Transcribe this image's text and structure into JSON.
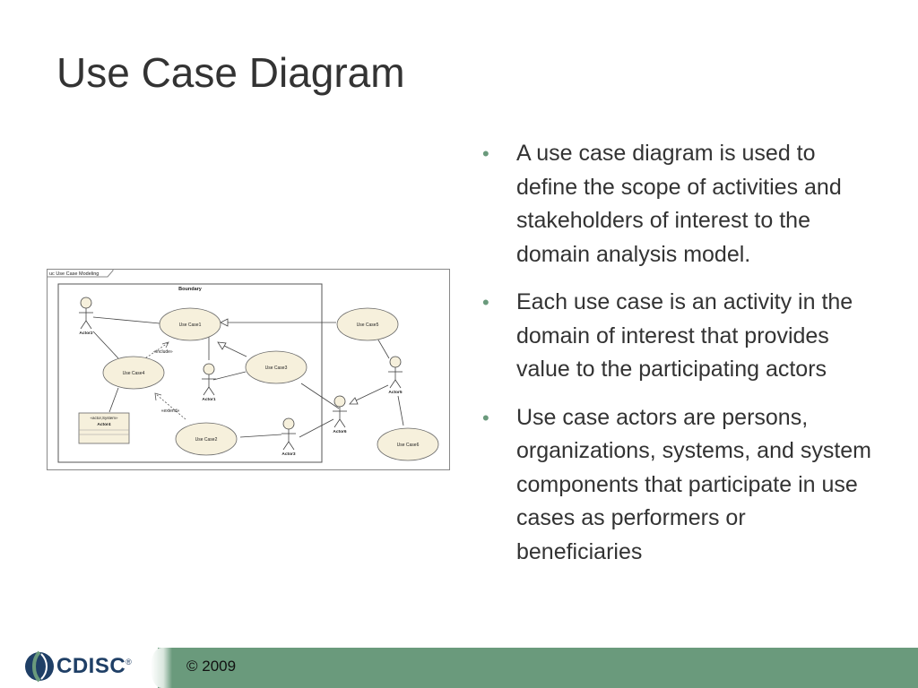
{
  "slide": {
    "title": "Use Case Diagram"
  },
  "diagram": {
    "frame_label": "uc Use Case Modeling",
    "boundary_label": "Boundary",
    "use_cases": [
      "Use Case1",
      "Use Case2",
      "Use Case3",
      "Use Case4",
      "Use Case5",
      "Use Case6"
    ],
    "actors": [
      "Actor1",
      "Actor2",
      "Actor3",
      "Actor5",
      "Actor6"
    ],
    "system_actor": {
      "stereotype": "«actor,System»",
      "name": "Actor4"
    },
    "include_label": "«include»",
    "extend_label": "«extend»"
  },
  "bullets": [
    "A use case diagram is used to define the scope of activities and stakeholders of interest to the domain analysis model.",
    "Each use case is an activity in the domain of interest that provides value to the participating actors",
    "Use case actors are persons, organizations, systems, and system components that participate in use cases as performers or beneficiaries"
  ],
  "footer": {
    "copyright": "© 2009",
    "logo_text": "CDISC",
    "logo_mark": "®"
  },
  "colors": {
    "accent_green": "#6a9a7c",
    "use_case_fill": "#f6f0dc",
    "logo_blue": "#1f3f66"
  }
}
